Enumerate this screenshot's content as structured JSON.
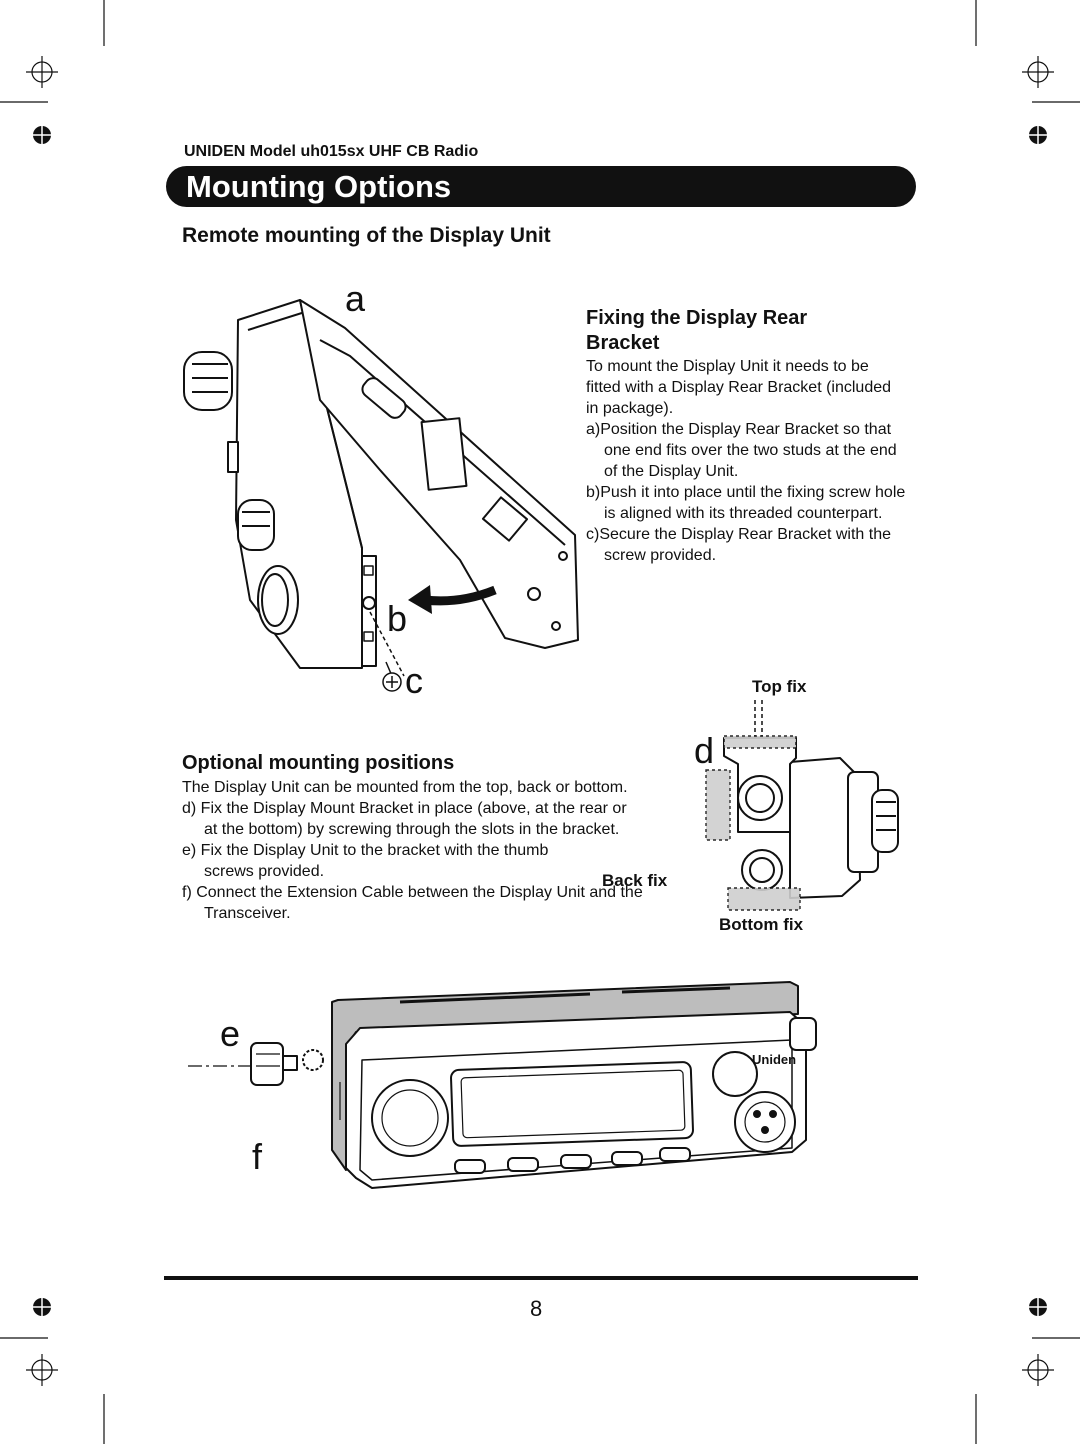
{
  "header": {
    "model": "UNIDEN Model uh015sx UHF CB Radio",
    "banner_title": "Mounting Options"
  },
  "section_remote": {
    "title": "Remote mounting of the Display Unit",
    "fixing": {
      "title": "Fixing the Display Rear Bracket",
      "intro": "To mount the Display Unit it needs to be fitted with a Display Rear Bracket (included in package).",
      "steps": [
        "a)Position the Display Rear Bracket so that one end fits over the two studs at the end of the Display Unit.",
        "b)Push it into place until the fixing screw hole is aligned with its threaded counterpart.",
        "c)Secure the Display Rear Bracket with the screw provided."
      ]
    }
  },
  "section_optional": {
    "title": "Optional mounting positions",
    "intro": "The Display Unit can be mounted from the top, back or bottom.",
    "steps": [
      "d) Fix the Display Mount Bracket in place (above, at the rear or at the bottom) by screwing through the slots in the bracket.",
      "e) Fix the Display Unit to the bracket with the thumb screws provided.",
      "f)  Connect the Extension Cable between the Display Unit and the Transceiver."
    ]
  },
  "figure_labels": {
    "a": "a",
    "b": "b",
    "c": "c",
    "d": "d",
    "e": "e",
    "f": "f",
    "top_fix": "Top fix",
    "back_fix": "Back fix",
    "bottom_fix": "Bottom fix",
    "brand": "Uniden"
  },
  "footer": {
    "page_number": "8"
  }
}
